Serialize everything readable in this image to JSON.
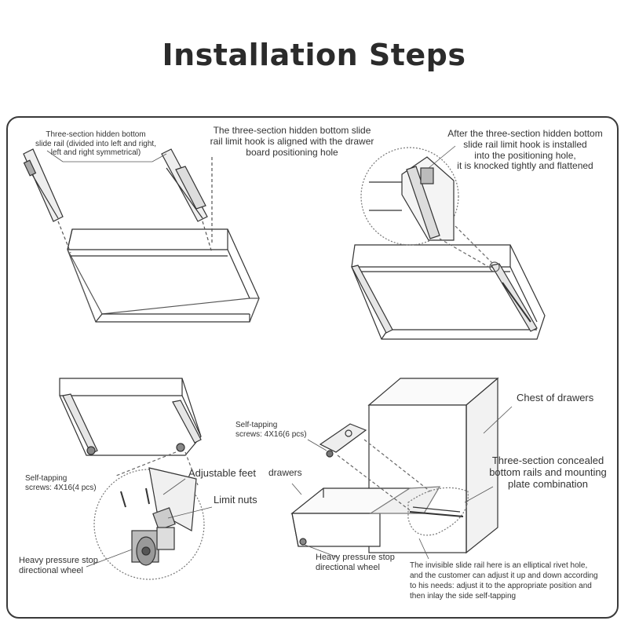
{
  "title": "Installation Steps",
  "step1": {
    "rail_label_line1": "Three-section hidden bottom",
    "rail_label_line2": "slide rail (divided into left and right,",
    "rail_label_line3": "left and right symmetrical)",
    "hook_label_line1": "The three-section hidden bottom slide",
    "hook_label_line2": "rail limit hook is aligned with the drawer",
    "hook_label_line3": "board positioning hole"
  },
  "step2": {
    "label_line1": "After the three-section hidden bottom",
    "label_line2": "slide rail limit hook is installed",
    "label_line3": "into the positioning hole,",
    "label_line4": "it is knocked tightly and flattened"
  },
  "step3": {
    "screws_line1": "Self-tapping",
    "screws_line2": "screws: 4X16(4 pcs)",
    "adjustable_feet": "Adjustable feet",
    "limit_nuts": "Limit nuts",
    "wheel_line1": "Heavy pressure stop",
    "wheel_line2": "directional wheel"
  },
  "step4": {
    "screws_line1": "Self-tapping",
    "screws_line2": "screws: 4X16(6 pcs)",
    "chest": "Chest of drawers",
    "drawers": "drawers",
    "rails_line1": "Three-section concealed",
    "rails_line2": "bottom rails and mounting",
    "rails_line3": "plate combination",
    "wheel_line1": "Heavy pressure stop",
    "wheel_line2": "directional wheel",
    "note_line1": "The invisible slide rail here is an elliptical rivet hole,",
    "note_line2": "and the customer can adjust it up and down according",
    "note_line3": "to his needs: adjust it to the appropriate position and",
    "note_line4": "then inlay the side self-tapping"
  }
}
